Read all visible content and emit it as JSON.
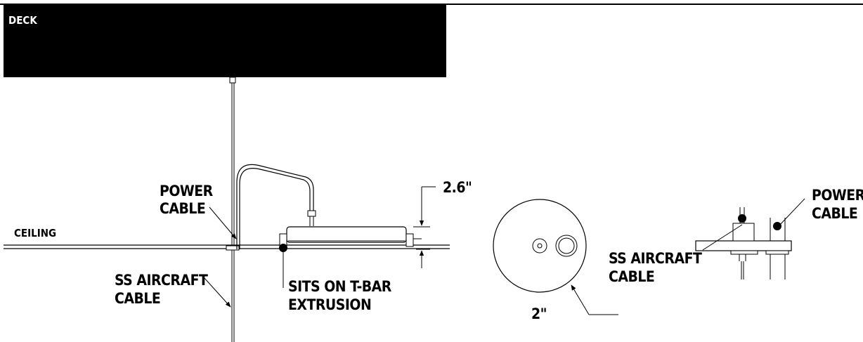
{
  "labels": {
    "deck": "DECK",
    "ceiling": "CEILING",
    "power_cable_left_1": "POWER",
    "power_cable_left_2": "CABLE",
    "ss_aircraft_left_1": "SS AIRCRAFT",
    "ss_aircraft_left_2": "CABLE",
    "sits_on_1": "SITS ON T-BAR",
    "sits_on_2": "EXTRUSION",
    "height_dim": "2.6\"",
    "diameter_dim": "2\"",
    "ss_aircraft_right_1": "SS AIRCRAFT",
    "ss_aircraft_right_2": "CABLE",
    "power_cable_right_1": "POWER",
    "power_cable_right_2": "CABLE"
  },
  "colors": {
    "ink": "#000000",
    "deck_fill": "#000000",
    "background": "#ffffff"
  }
}
